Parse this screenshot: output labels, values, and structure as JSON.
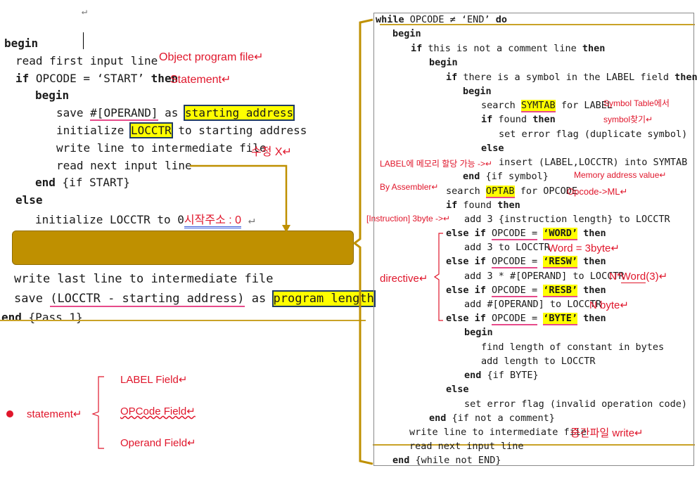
{
  "left": {
    "marker_top": "↵",
    "l_begin": "begin",
    "l_read_first": "read first input line",
    "ann_object_program": "Object program file↵",
    "l_if_kw": "if",
    "l_if_cond": "OPCODE = ‘START’",
    "l_then": "then",
    "ann_statement": "Statement↵",
    "l_begin2": "begin",
    "l_save_pre": "save",
    "l_save_operand": "#[OPERAND]",
    "l_save_as": "as",
    "l_save_hl": "starting address",
    "l_init_pre": "initialize",
    "l_init_hl": "LOCCTR",
    "l_init_post": "to starting address",
    "l_write": "write line to intermediate file",
    "ann_modify": "수정 X↵",
    "l_read_next": "read next input line",
    "l_end_kw": "end",
    "l_end_post": "{if START}",
    "l_else": "else",
    "l_init_zero": "initialize LOCCTR to 0",
    "ann_start_addr": "시작주소 : 0",
    "ann_start_mark": "↵",
    "l_write_last": "write last line to intermediate file",
    "l_save2_pre": "save",
    "l_save2_ul": "(LOCCTR - starting address)",
    "l_save2_as": "as",
    "l_save2_hl": "program length",
    "l_end_pass_kw": "end",
    "l_end_pass_post": "{Pass 1}"
  },
  "fields": {
    "bullet_label": "statement↵",
    "items": [
      "LABEL Field↵",
      "OPCode Field↵",
      "Operand Field↵"
    ]
  },
  "right": {
    "r1_kw": "while",
    "r1_mid": "OPCODE ≠ ‘END’",
    "r1_do": "do",
    "r2": "begin",
    "r3_kw": "if",
    "r3_mid": "this is not a comment line",
    "r3_then": "then",
    "r4": "begin",
    "r5_kw": "if",
    "r5_mid": "there is a symbol in the LABEL field",
    "r5_then": "then",
    "r6": "begin",
    "r7_pre": "search",
    "r7_hl": "SYMTAB",
    "r7_post": "for LABEL",
    "ann_symbol_table": "Symbol   Table에서",
    "r8_kw": "if",
    "r8_mid": "found",
    "r8_then": "then",
    "ann_symbol_find": "symbol찾기↵",
    "r9": "set error flag (duplicate symbol)",
    "r10": "else",
    "ann_label_mem": "LABEL에 메모리 할당 가능 ->↵",
    "r11": "insert (LABEL,LOCCTR) into SYMTAB",
    "r12_kw": "end",
    "r12_post": "{if symbol}",
    "ann_mem_addr": "Memory address value↵",
    "ann_by_assembler": "By Assembler↵",
    "r13_pre": "search",
    "r13_hl": "OPTAB",
    "r13_post": "for OPCODE",
    "ann_opcode_ml": "Opcode->ML↵",
    "r14_kw": "if",
    "r14_mid": "found",
    "r14_then": "then",
    "ann_instruction": "[Instruction] 3byte ->↵",
    "r15": "add 3 {instruction length} to LOCCTR",
    "r16_kw": "else if",
    "r16_mid": "OPCODE =",
    "r16_hl": "‘WORD’",
    "r16_then": "then",
    "r17": "add 3 to LOCCTR",
    "ann_word": "Word = 3byte↵",
    "r18_kw": "else if",
    "r18_mid": "OPCODE =",
    "r18_hl": "‘RESW’",
    "r18_then": "then",
    "r19": "add 3 * #[OPERAND] to LOCCTR",
    "ann_nword_pre": "N*",
    "ann_nword_ul": "Word",
    "ann_nword_post": "(3)↵",
    "r20_kw": "else if",
    "r20_mid": "OPCODE =",
    "r20_hl": "‘RESB’",
    "r20_then": "then",
    "r21": "add #[OPERAND] to LOCCTR",
    "ann_nbyte": "N byte↵",
    "r22_kw": "else if",
    "r22_mid": "OPCODE  =",
    "r22_hl": "‘BYTE’",
    "r22_then": "then",
    "r23": "begin",
    "r24": "find length of constant in bytes",
    "r25": "add length to LOCCTR",
    "r26_kw": "end",
    "r26_post": "{if BYTE}",
    "r27": "else",
    "r28": "set error flag (invalid operation code)",
    "r29_kw": "end",
    "r29_post": "{if not a comment}",
    "r30": "write line to intermediate file",
    "ann_intermediate": "중간파일  write↵",
    "r31": "read next input line",
    "r32_kw": "end",
    "r32_post": "{while not END}",
    "ann_directive": "directive↵"
  },
  "colors": {
    "accent_gold": "#bf9000",
    "annotation_red": "#e0162b",
    "highlight_yellow": "#ffff00",
    "box_navy": "#1f3b63"
  }
}
